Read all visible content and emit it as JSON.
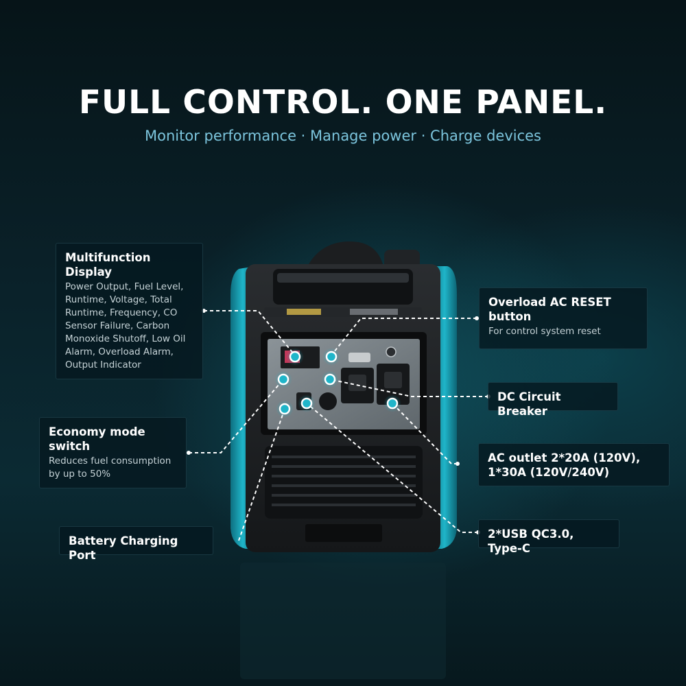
{
  "header": {
    "headline": "FULL CONTROL. ONE PANEL.",
    "subline": "Monitor performance · Manage power · Charge devices"
  },
  "callouts": {
    "multifunction_display": {
      "title": "Multifunction Display",
      "description": "Power Output, Fuel Level, Runtime, Voltage, Total Runtime, Frequency, CO Sensor Failure, Carbon Monoxide Shutoff, Low Oil Alarm, Overload Alarm, Output Indicator"
    },
    "economy_mode": {
      "title": "Economy mode switch",
      "description": "Reduces fuel consumption by up to 50%"
    },
    "battery_port": {
      "title": "Battery Charging Port"
    },
    "overload_reset": {
      "title": "Overload AC RESET button",
      "description": "For control system reset"
    },
    "dc_breaker": {
      "title": "DC Circuit Breaker"
    },
    "ac_outlet": {
      "title": "AC outlet 2*20A (120V), 1*30A (120V/240V)"
    },
    "usb": {
      "title": "2*USB QC3.0, Type-C"
    }
  },
  "colors": {
    "accent_teal": "#1fb5c9",
    "headline": "#ffffff",
    "subline": "#7cc5dd",
    "callout_bg": "#051920"
  }
}
